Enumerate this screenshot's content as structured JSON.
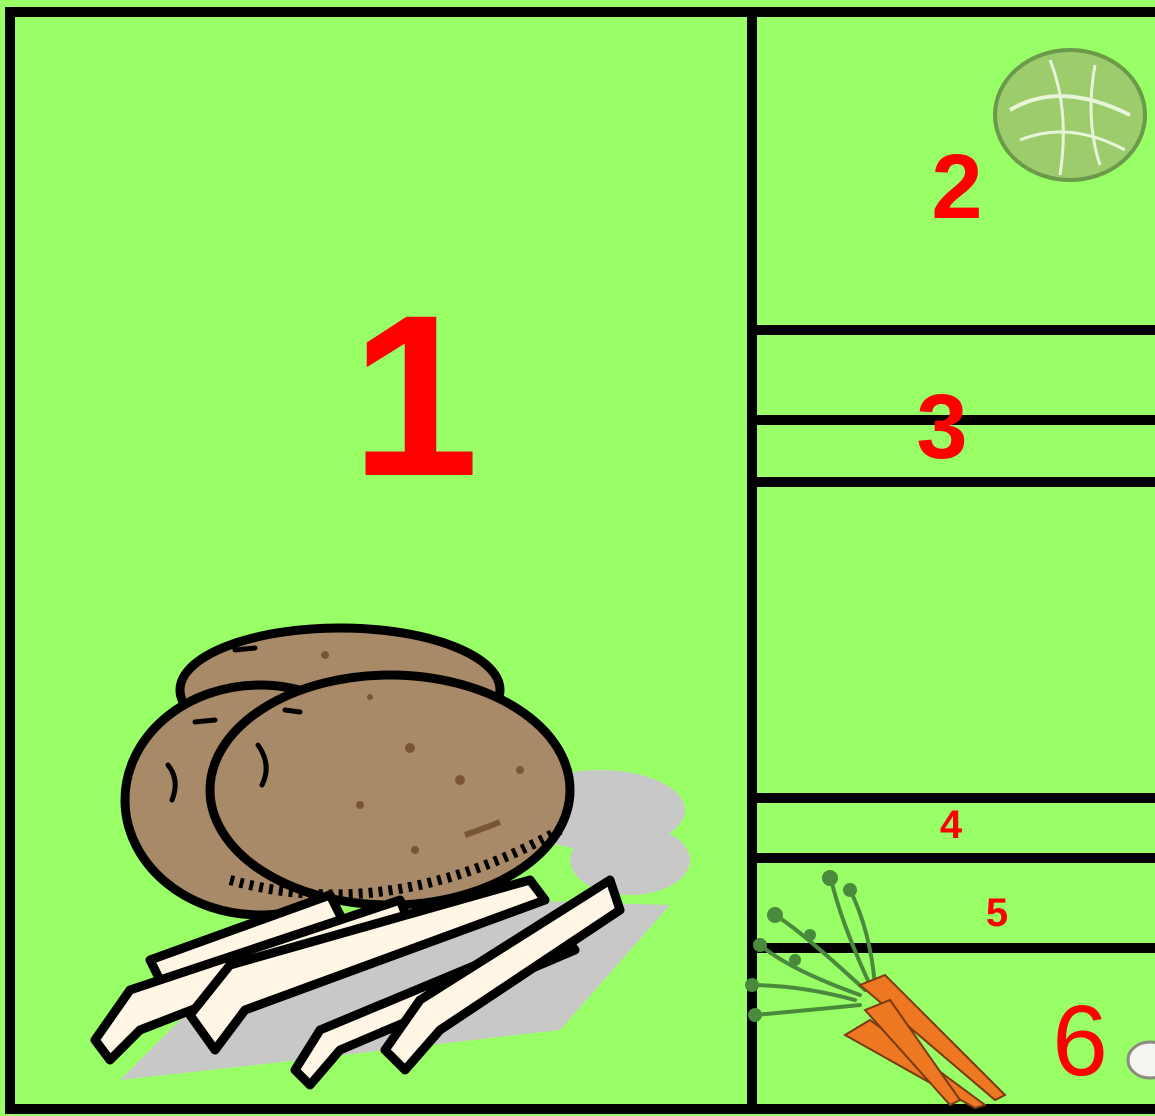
{
  "colors": {
    "background": "#99ff66",
    "border": "#000000",
    "label": "#ff0000",
    "potato": "#a88a68",
    "potato_dark": "#8a6a48",
    "fries": "#fff6e6",
    "cabbage": "#9ccc6c",
    "carrot": "#ee7722",
    "carrot_leaves": "#4a8a3c",
    "shadow": "#c8c8c8"
  },
  "icons": [
    "potatoes-and-fries-icon",
    "cabbage-icon",
    "carrots-icon",
    "leek-icon"
  ],
  "plots": [
    {
      "id": "plot-1",
      "label": "1"
    },
    {
      "id": "plot-2",
      "label": "2"
    },
    {
      "id": "plot-3",
      "label": "3"
    },
    {
      "id": "plot-4",
      "label": "4"
    },
    {
      "id": "plot-5",
      "label": "5"
    },
    {
      "id": "plot-6",
      "label": "6"
    }
  ]
}
